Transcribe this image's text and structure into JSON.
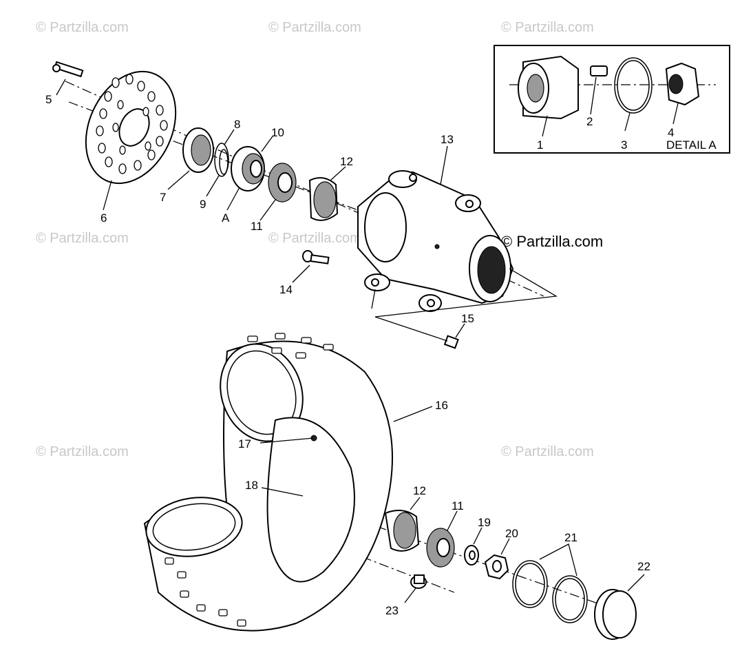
{
  "watermarks": {
    "text": "© Partzilla.com",
    "main_text": "© Partzilla.com"
  },
  "detail_box": {
    "title": "DETAIL A"
  },
  "callouts": {
    "c1": "1",
    "c2": "2",
    "c3": "3",
    "c4": "4",
    "c5": "5",
    "c6": "6",
    "c7": "7",
    "c8": "8",
    "c9": "9",
    "c10": "10",
    "cA": "A",
    "c11a": "11",
    "c12a": "12",
    "c13": "13",
    "c14": "14",
    "c15": "15",
    "c16": "16",
    "c17": "17",
    "c18": "18",
    "c12b": "12",
    "c11b": "11",
    "c19": "19",
    "c20": "20",
    "c21": "21",
    "c22": "22",
    "c23": "23"
  }
}
